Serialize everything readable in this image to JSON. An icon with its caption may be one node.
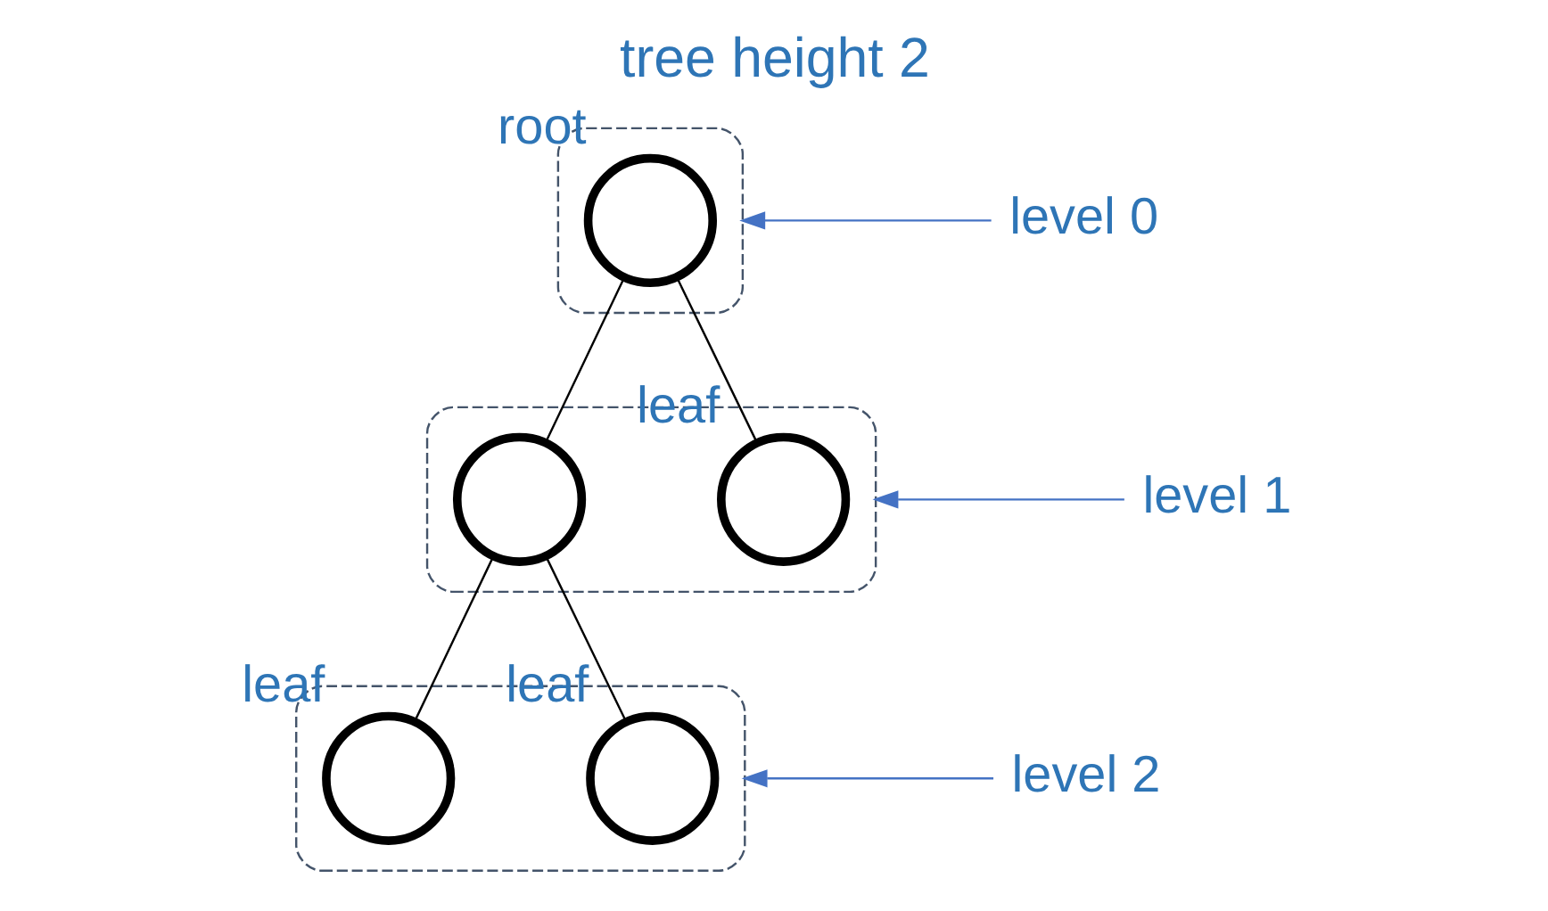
{
  "diagram": {
    "title": "tree height 2",
    "nodes": [
      {
        "text": [],
        "shape": "ellipse"
      },
      {
        "text": [],
        "shape": "circle",
        "in": 0,
        "beside": [
          "root"
        ]
      },
      {
        "text": [],
        "shape": "ellipse"
      },
      {
        "text": [],
        "shape": "circle",
        "in": 2
      },
      {
        "text": [],
        "shape": "circle",
        "in": 2,
        "beside": [
          "leaf"
        ]
      },
      {
        "text": [],
        "shape": "ellipse"
      },
      {
        "text": [],
        "shape": "circle",
        "in": 5,
        "beside": [
          "leaf"
        ]
      },
      {
        "text": [],
        "shape": "circle",
        "in": 5,
        "beside": [
          "leaf"
        ]
      },
      {
        "text": [
          "level 0"
        ]
      },
      {
        "text": [
          "level 1"
        ]
      },
      {
        "text": [
          "level 2"
        ]
      }
    ],
    "edges": [
      {
        "from": 8,
        "to": 0,
        "arrow": "to",
        "color": "#4472c4"
      },
      {
        "from": 9,
        "to": 2,
        "arrow": "to",
        "color": "#4472c4"
      },
      {
        "from": 10,
        "to": 5,
        "arrow": "to",
        "color": "#4472c4"
      },
      {
        "from": 1,
        "to": 3,
        "arrow": "none"
      },
      {
        "from": 1,
        "to": 4,
        "arrow": "none"
      },
      {
        "from": 3,
        "to": 6,
        "arrow": "none"
      },
      {
        "from": 3,
        "to": 7,
        "arrow": "none"
      }
    ]
  }
}
